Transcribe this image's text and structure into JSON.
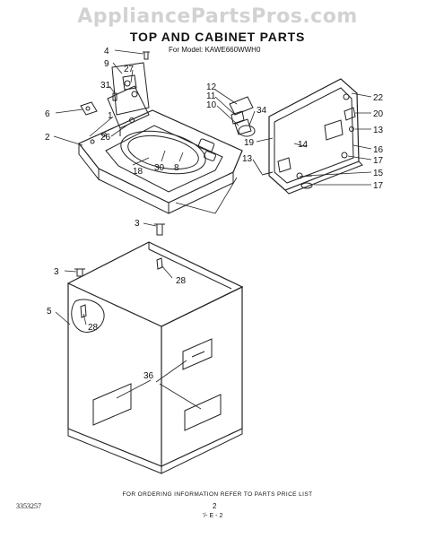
{
  "header": {
    "watermark": "AppliancePartsPros.com",
    "title": "TOP AND CABINET PARTS",
    "model_line": "For Model: KAWE660WWH0"
  },
  "callouts": {
    "c4": "4",
    "c9": "9",
    "c27": "27",
    "c31": "31",
    "c6": "6",
    "c1": "1",
    "c26": "26",
    "c2": "2",
    "c18": "18",
    "c30": "30",
    "c8": "8",
    "c12": "12",
    "c11": "11",
    "c10": "10",
    "c34": "34",
    "c19": "19",
    "c14": "14",
    "c13a": "13",
    "c22": "22",
    "c20": "20",
    "c13b": "13",
    "c16": "16",
    "c17a": "17",
    "c15": "15",
    "c17b": "17",
    "c3a": "3",
    "c28a": "28",
    "c3b": "3",
    "c5": "5",
    "c28b": "28",
    "c36": "36"
  },
  "footer": {
    "ordering_note": "FOR ORDERING INFORMATION REFER TO PARTS PRICE LIST",
    "doc_number": "3353257",
    "page_number": "2",
    "page_code": "'/- E - 2"
  }
}
